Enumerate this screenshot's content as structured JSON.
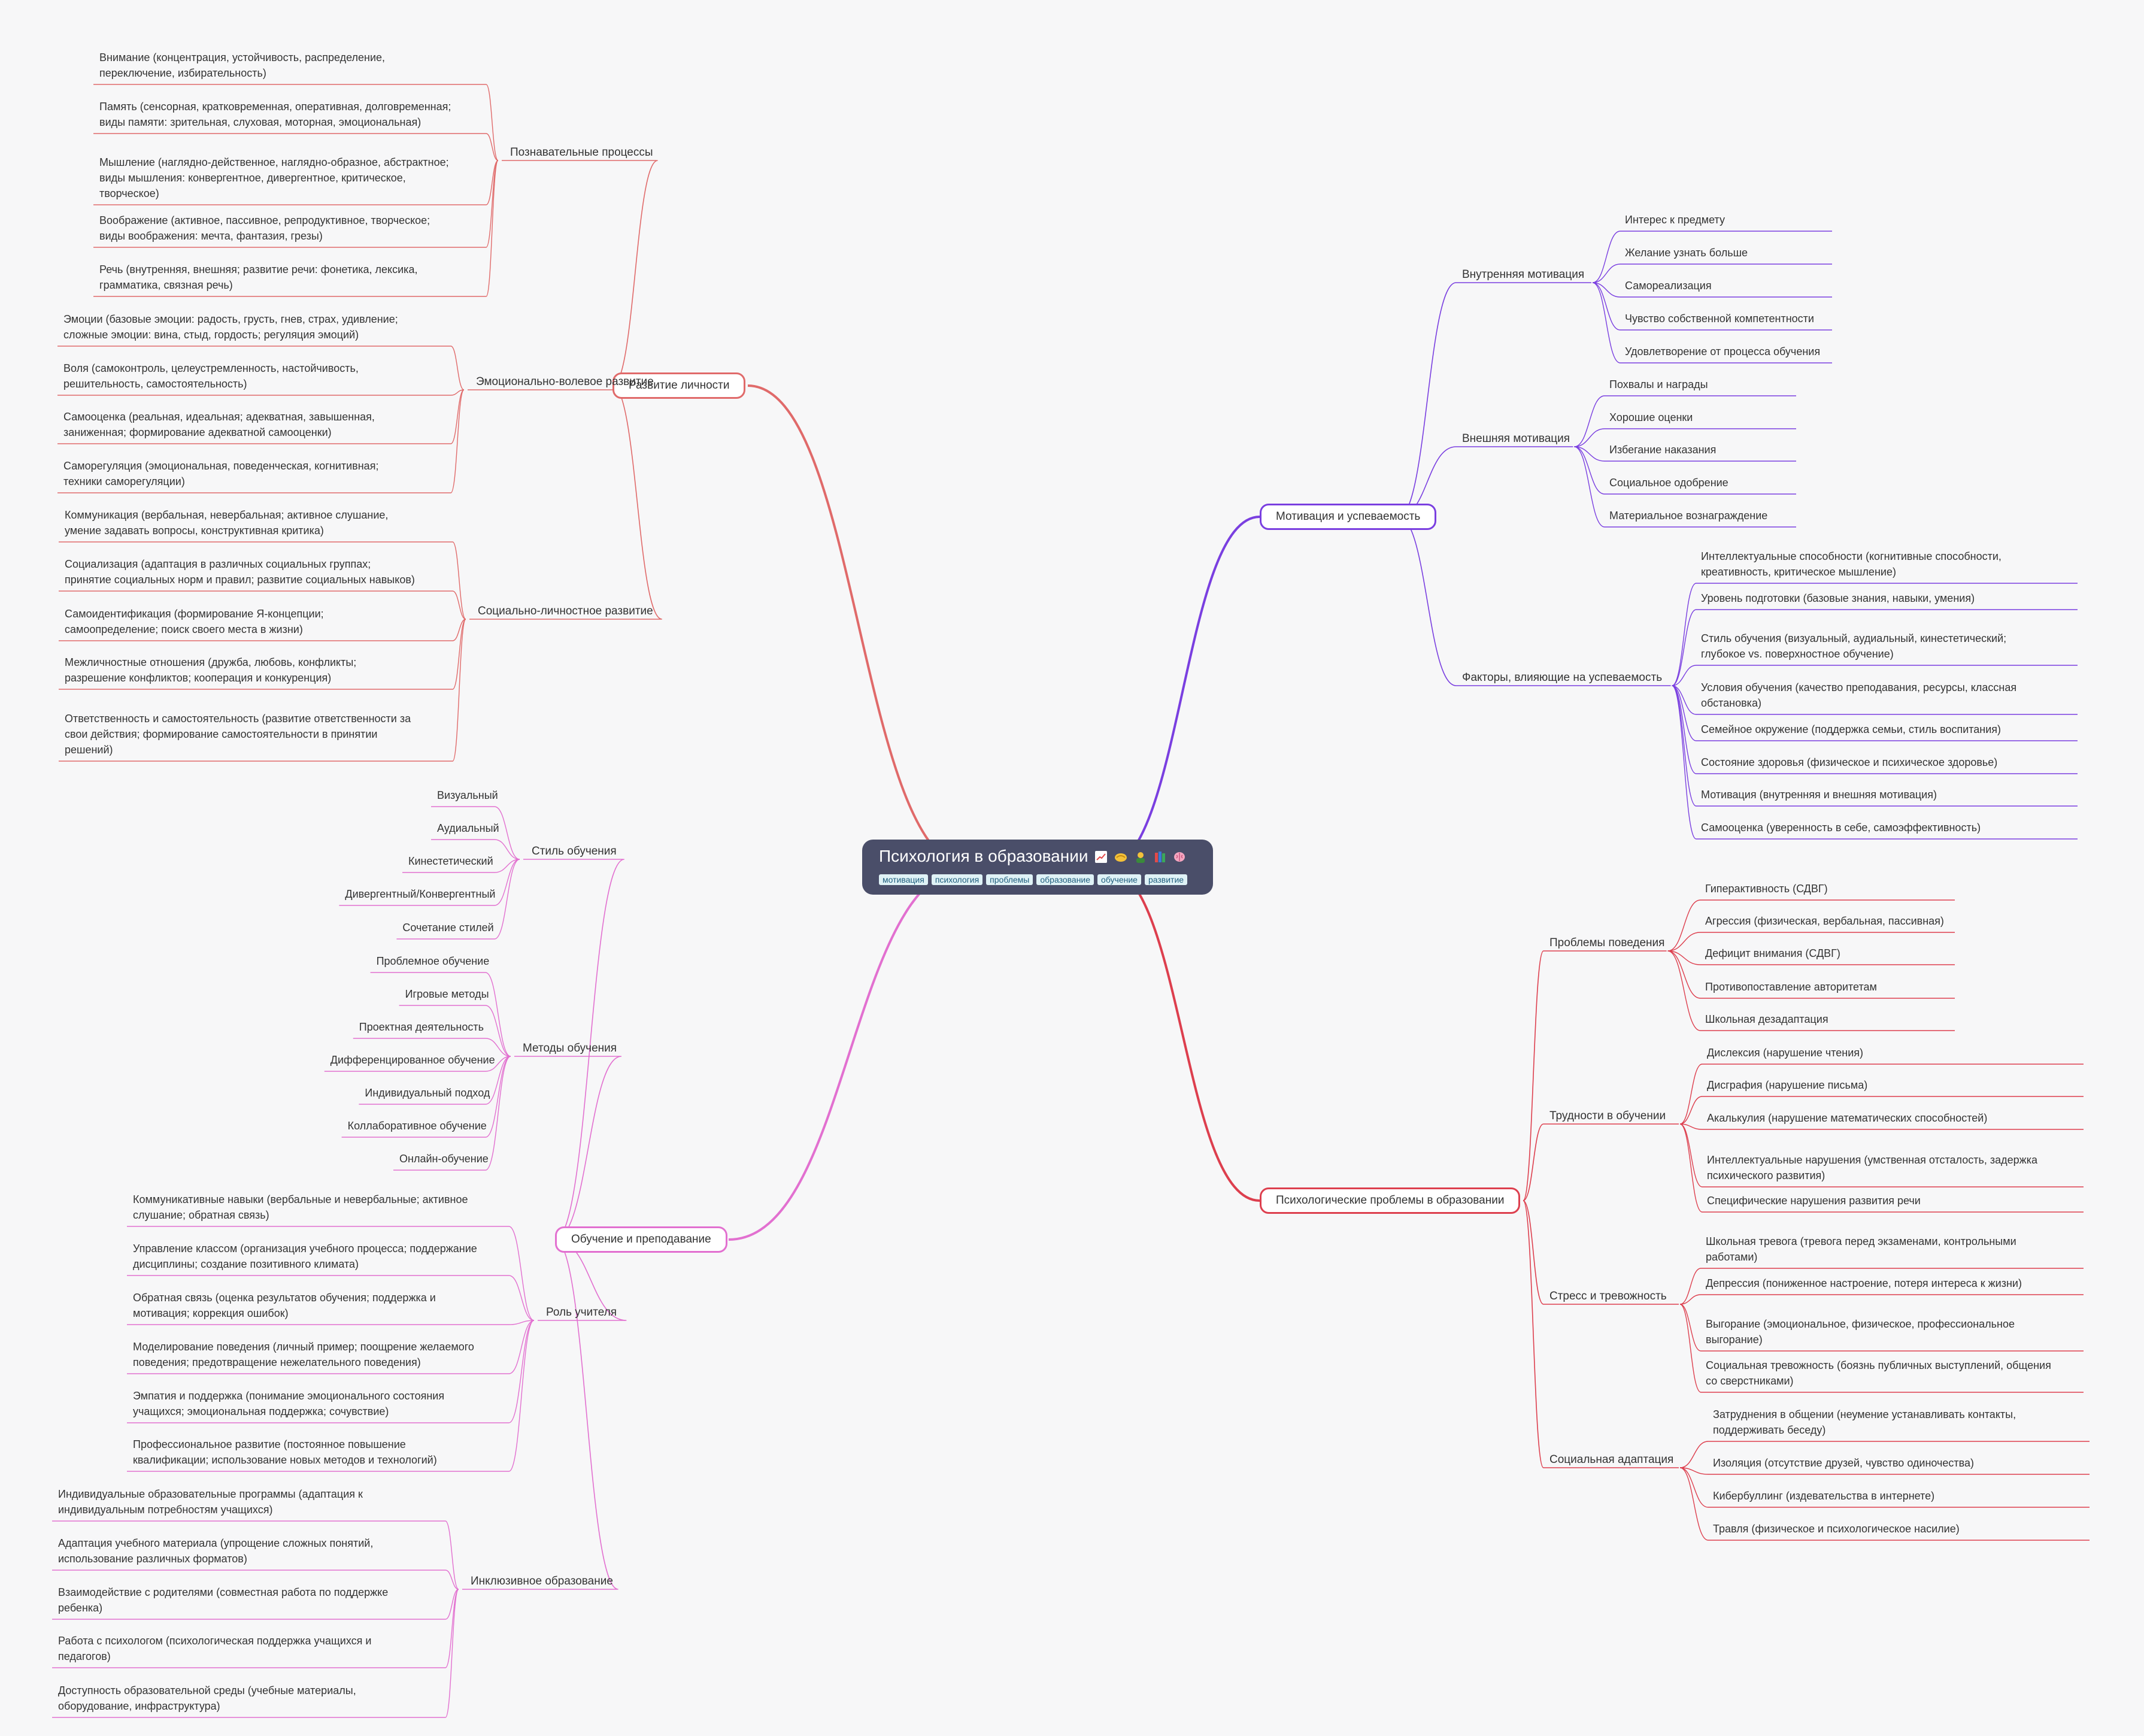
{
  "root": {
    "title": "Психология в образовании",
    "tags": [
      "мотивация",
      "психология",
      "проблемы",
      "образование",
      "обучение",
      "развитие"
    ]
  },
  "branches": [
    {
      "id": "dev",
      "label": "Развитие личности",
      "color": "#e06a6a",
      "side": "left",
      "children": [
        {
          "label": "Познавательные процессы",
          "items": [
            "Внимание (концентрация, устойчивость, распределение,\nпереключение, избирательность)",
            "Память (сенсорная, кратковременная, оперативная, долговременная;\nвиды памяти: зрительная, слуховая, моторная, эмоциональная)",
            "Мышление (наглядно-действенное, наглядно-образное, абстрактное;\nвиды мышления:  конвергентное, дивергентное, критическое,\nтворческое)",
            "Воображение (активное, пассивное, репродуктивное, творческое;\nвиды воображения:  мечта, фантазия, грезы)",
            "Речь (внутренняя, внешняя;  развитие речи:  фонетика, лексика,\nграмматика, связная речь)"
          ]
        },
        {
          "label": "Эмоционально-волевое развитие",
          "items": [
            "Эмоции (базовые эмоции:  радость, грусть, гнев, страх, удивление;\nсложные эмоции:  вина, стыд, гордость;  регуляция эмоций)",
            "Воля (самоконтроль, целеустремленность, настойчивость,\nрешительность, самостоятельность)",
            "Самооценка (реальная, идеальная;  адекватная, завышенная,\nзаниженная;  формирование адекватной самооценки)",
            "Саморегуляция (эмоциональная, поведенческая, когнитивная;\nтехники саморегуляции)"
          ]
        },
        {
          "label": "Социально-личностное развитие",
          "items": [
            "Коммуникация (вербальная, невербальная;  активное слушание,\nумение задавать вопросы, конструктивная критика)",
            "Социализация (адаптация в различных социальных группах;\nпринятие социальных норм и правил;  развитие социальных навыков)",
            "Самоидентификация (формирование Я-концепции;\nсамоопределение;  поиск своего места в жизни)",
            "Межличностные отношения (дружба, любовь, конфликты;\nразрешение конфликтов;  кооперация и конкуренция)",
            "Ответственность и самостоятельность (развитие ответственности за\nсвои действия;  формирование самостоятельности в принятии\nрешений)"
          ]
        }
      ]
    },
    {
      "id": "teach",
      "label": "Обучение и преподавание",
      "color": "#e270d0",
      "side": "left",
      "children": [
        {
          "label": "Стиль обучения",
          "items": [
            "Визуальный",
            "Аудиальный",
            "Кинестетический",
            "Дивергентный/Конвергентный",
            "Сочетание стилей"
          ]
        },
        {
          "label": "Методы обучения",
          "items": [
            "Проблемное обучение",
            "Игровые методы",
            "Проектная деятельность",
            "Дифференцированное обучение",
            "Индивидуальный подход",
            "Коллаборативное обучение",
            "Онлайн-обучение"
          ]
        },
        {
          "label": "Роль учителя",
          "items": [
            "Коммуникативные навыки (вербальные и невербальные;  активное\nслушание;  обратная связь)",
            "Управление классом (организация учебного процесса;  поддержание\nдисциплины;  создание позитивного климата)",
            "Обратная связь (оценка результатов обучения;  поддержка и\nмотивация;  коррекция ошибок)",
            "Моделирование поведения (личный пример;  поощрение желаемого\nповедения;  предотвращение нежелательного поведения)",
            "Эмпатия и поддержка (понимание эмоционального состояния\nучащихся;  эмоциональная поддержка;  сочувствие)",
            "Профессиональное развитие (постоянное повышение\nквалификации;  использование новых методов и технологий)"
          ]
        },
        {
          "label": "Инклюзивное образование",
          "items": [
            "Индивидуальные образовательные программы (адаптация к\nиндивидуальным потребностям учащихся)",
            "Адаптация учебного материала (упрощение сложных понятий,\nиспользование различных форматов)",
            "Взаимодействие с родителями (совместная работа по поддержке\nребенка)",
            "Работа с психологом (психологическая поддержка учащихся и\nпедагогов)",
            "Доступность образовательной среды (учебные материалы,\nоборудование, инфраструктура)"
          ]
        }
      ]
    },
    {
      "id": "motiv",
      "label": "Мотивация и успеваемость",
      "color": "#7a3fe0",
      "side": "right",
      "children": [
        {
          "label": "Внутренняя мотивация",
          "items": [
            "Интерес к предмету",
            "Желание узнать больше",
            "Самореализация",
            "Чувство собственной компетентности",
            "Удовлетворение от процесса обучения"
          ]
        },
        {
          "label": "Внешняя мотивация",
          "items": [
            "Похвалы и награды",
            "Хорошие оценки",
            "Избегание наказания",
            "Социальное одобрение",
            "Материальное вознаграждение"
          ]
        },
        {
          "label": "Факторы, влияющие на успеваемость",
          "items": [
            "Интеллектуальные способности (когнитивные способности,\nкреативность, критическое мышление)",
            "Уровень подготовки (базовые знания, навыки, умения)",
            "Стиль обучения (визуальный, аудиальный, кинестетический;\nглубокое vs. поверхностное обучение)",
            "Условия обучения (качество преподавания, ресурсы, классная\nобстановка)",
            "Семейное окружение (поддержка семьи, стиль воспитания)",
            "Состояние здоровья (физическое и психическое здоровье)",
            "Мотивация (внутренняя и внешняя мотивация)",
            "Самооценка (уверенность в себе, самоэффективность)"
          ]
        }
      ]
    },
    {
      "id": "probl",
      "label": "Психологические проблемы в образовании",
      "color": "#dd3f4e",
      "side": "right",
      "children": [
        {
          "label": "Проблемы поведения",
          "items": [
            "Гиперактивность (СДВГ)",
            "Агрессия (физическая, вербальная, пассивная)",
            "Дефицит внимания (СДВГ)",
            "Противопоставление авторитетам",
            "Школьная дезадаптация"
          ]
        },
        {
          "label": "Трудности в обучении",
          "items": [
            "Дислексия (нарушение чтения)",
            "Дисграфия (нарушение письма)",
            "Акалькулия (нарушение математических способностей)",
            "Интеллектуальные нарушения (умственная отсталость, задержка\nпсихического развития)",
            "Специфические нарушения развития речи"
          ]
        },
        {
          "label": "Стресс и тревожность",
          "items": [
            "Школьная тревога (тревога перед экзаменами, контрольными\nработами)",
            "Депрессия (пониженное настроение, потеря интереса к жизни)",
            "Выгорание (эмоциональное, физическое, профессиональное\nвыгорание)",
            "Социальная тревожность (боязнь публичных выступлений, общения\nсо сверстниками)"
          ]
        },
        {
          "label": "Социальная адаптация",
          "items": [
            "Затруднения в общении (неумение устанавливать контакты,\nподдерживать беседу)",
            "Изоляция (отсутствие друзей, чувство одиночества)",
            "Кибербуллинг (издевательства в интернете)",
            "Травля (физическое и психологическое насилие)"
          ]
        }
      ]
    }
  ]
}
